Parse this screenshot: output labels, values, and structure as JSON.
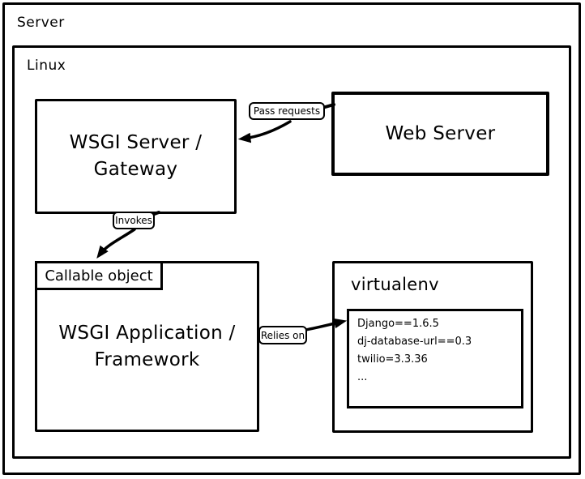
{
  "containers": {
    "server": {
      "label": "Server"
    },
    "linux": {
      "label": "Linux"
    }
  },
  "nodes": {
    "wsgi_server": {
      "title": "WSGI Server /\nGateway"
    },
    "web_server": {
      "title": "Web Server"
    },
    "wsgi_app": {
      "tab_label": "Callable object",
      "title": "WSGI Application /\nFramework"
    },
    "virtualenv": {
      "label": "virtualenv",
      "packages": [
        "Django==1.6.5",
        "dj-database-url==0.3",
        "twilio=3.3.36",
        "..."
      ]
    }
  },
  "edges": {
    "pass_requests": {
      "label": "Pass requests"
    },
    "invokes": {
      "label": "Invokes"
    },
    "relies_on": {
      "label": "Relies on"
    }
  },
  "colors": {
    "ink": "#000000",
    "paper": "#ffffff"
  }
}
